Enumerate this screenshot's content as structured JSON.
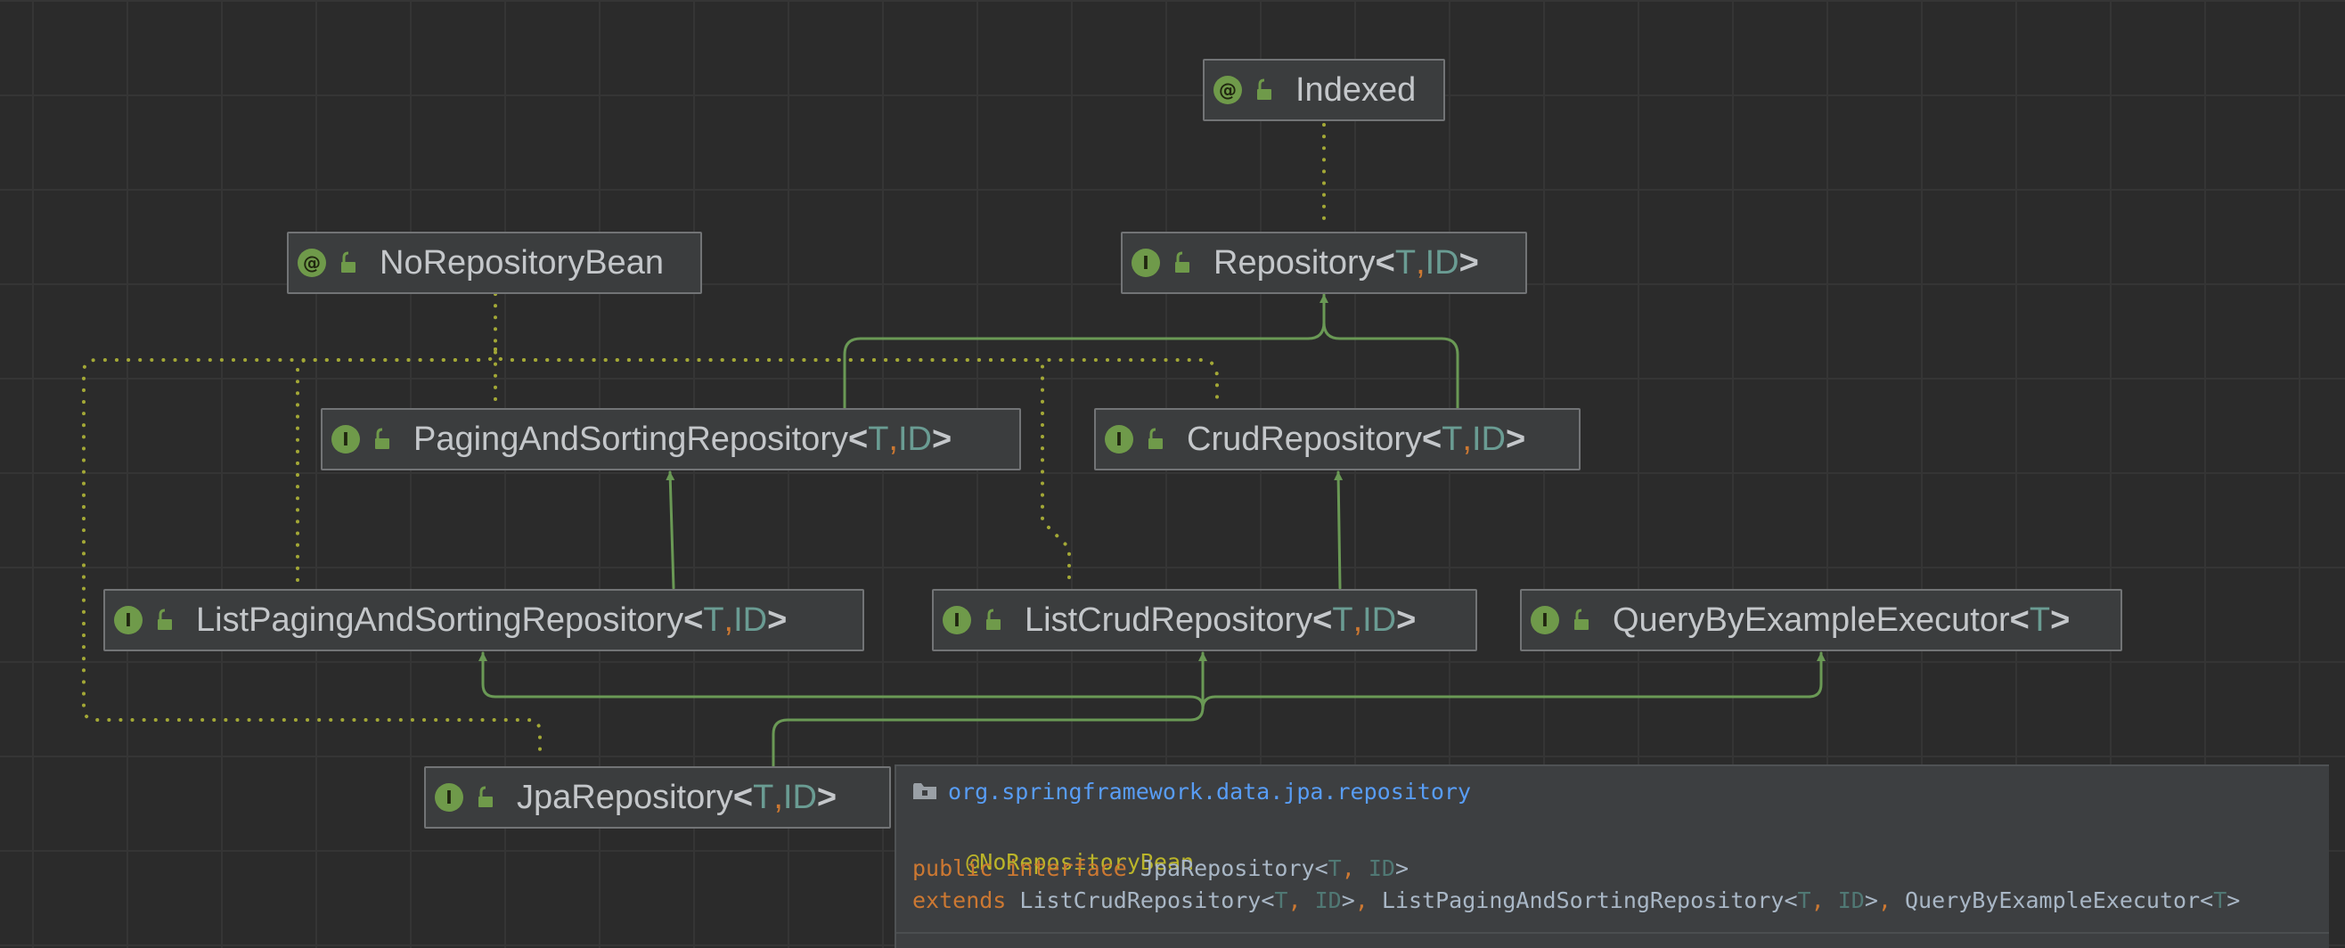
{
  "diagram": {
    "nodes": {
      "indexed": {
        "kind": "annotation",
        "badge": "@",
        "name": "Indexed",
        "generics": null
      },
      "no_repository_bean": {
        "kind": "annotation",
        "badge": "@",
        "name": "NoRepositoryBean",
        "generics": null
      },
      "repository": {
        "kind": "interface",
        "badge": "I",
        "name": "Repository",
        "generics": [
          "T",
          "ID"
        ]
      },
      "paging_and_sorting": {
        "kind": "interface",
        "badge": "I",
        "name": "PagingAndSortingRepository",
        "generics": [
          "T",
          "ID"
        ]
      },
      "crud": {
        "kind": "interface",
        "badge": "I",
        "name": "CrudRepository",
        "generics": [
          "T",
          "ID"
        ]
      },
      "list_paging_and_sorting": {
        "kind": "interface",
        "badge": "I",
        "name": "ListPagingAndSortingRepository",
        "generics": [
          "T",
          "ID"
        ]
      },
      "list_crud": {
        "kind": "interface",
        "badge": "I",
        "name": "ListCrudRepository",
        "generics": [
          "T",
          "ID"
        ]
      },
      "query_by_example": {
        "kind": "interface",
        "badge": "I",
        "name": "QueryByExampleExecutor",
        "generics": [
          "T"
        ]
      },
      "jpa": {
        "kind": "interface",
        "badge": "I",
        "name": "JpaRepository",
        "generics": [
          "T",
          "ID"
        ]
      }
    },
    "relations": [
      {
        "from": "repository",
        "to": "indexed",
        "type": "annotated-by"
      },
      {
        "from": "paging_and_sorting",
        "to": "repository",
        "type": "extends"
      },
      {
        "from": "crud",
        "to": "repository",
        "type": "extends"
      },
      {
        "from": "list_paging_and_sorting",
        "to": "paging_and_sorting",
        "type": "extends"
      },
      {
        "from": "list_crud",
        "to": "crud",
        "type": "extends"
      },
      {
        "from": "jpa",
        "to": "list_paging_and_sorting",
        "type": "extends"
      },
      {
        "from": "jpa",
        "to": "list_crud",
        "type": "extends"
      },
      {
        "from": "jpa",
        "to": "query_by_example",
        "type": "extends"
      },
      {
        "from": "paging_and_sorting",
        "to": "no_repository_bean",
        "type": "annotated-by"
      },
      {
        "from": "crud",
        "to": "no_repository_bean",
        "type": "annotated-by"
      },
      {
        "from": "list_paging_and_sorting",
        "to": "no_repository_bean",
        "type": "annotated-by"
      },
      {
        "from": "list_crud",
        "to": "no_repository_bean",
        "type": "annotated-by"
      },
      {
        "from": "jpa",
        "to": "no_repository_bean",
        "type": "annotated-by"
      }
    ]
  },
  "popup": {
    "package": "org.springframework.data.jpa.repository",
    "annotation": "@NoRepositoryBean",
    "line2": {
      "kw1": "public",
      "kw2": "interface",
      "name": "JpaRepository",
      "lt": "<",
      "t": "T",
      "comma": ",",
      "id": "ID",
      "gt": ">"
    },
    "line3": {
      "kw": "extends",
      "parent1": "ListCrudRepository",
      "parent1_t": "T",
      "parent1_id": "ID",
      "parent2": "ListPagingAndSortingRepository",
      "parent2_t": "T",
      "parent2_id": "ID",
      "parent3": "QueryByExampleExecutor",
      "parent3_t": "T"
    }
  },
  "colors": {
    "background": "#2b2b2b",
    "node_fill": "#3b3d3e",
    "node_border": "#727476",
    "badge_green": "#6f9a4a",
    "inheritance_edge": "#6a9955",
    "annotation_edge": "#a3a836",
    "generic_type": "#6a9c93",
    "generic_comma": "#cc7832",
    "popup_link": "#589df6",
    "popup_annotation": "#bbb529",
    "popup_keyword": "#cc7832"
  }
}
